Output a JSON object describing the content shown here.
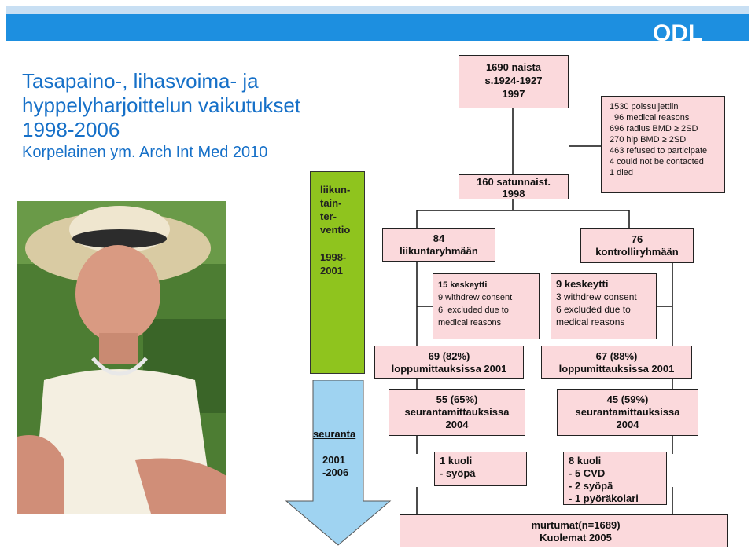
{
  "header": {
    "logo_text": "ODL",
    "title_line1": "Tasapaino-, lihasvoima- ja",
    "title_line2": "hyppelyharjoittelun vaikutukset",
    "title_line3": "1998-2006",
    "subtitle": "Korpelainen ym. Arch Int Med 2010"
  },
  "sidebar": {
    "intervention_l1": "liikun-",
    "intervention_l2": "tain-",
    "intervention_l3": "ter-",
    "intervention_l4": "ventio",
    "intervention_years_l1": "1998-",
    "intervention_years_l2": "2001",
    "followup_label": "seuranta",
    "followup_years_l1": "2001",
    "followup_years_l2": "-2006"
  },
  "flow": {
    "start_l1": "1690 naista",
    "start_l2": "s.1924-1927",
    "start_l3": "1997",
    "excluded_title": "1530 poissuljettiin",
    "excluded_l1": "96 medical reasons",
    "excluded_l2": "696 radius BMD ≥ 2SD",
    "excluded_l3": "270 hip BMD ≥ 2SD",
    "excluded_l4": "463 refused to participate",
    "excluded_l5": "4 could not be contacted",
    "excluded_l6": "1 died",
    "random_l1": "160 satunnaist.",
    "random_l2": "1998",
    "exercise_l1": "84",
    "exercise_l2": "liikuntaryhmään",
    "control_l1": "76",
    "control_l2": "kontrolliryhmään",
    "ex_drop_title": "15 keskeytti",
    "ex_drop_l1": "9 withdrew consent",
    "ex_drop_l2": "6  excluded due to",
    "ex_drop_l3": "medical reasons",
    "ctrl_drop_title": "9 keskeytti",
    "ctrl_drop_l1": "3 withdrew consent",
    "ctrl_drop_l2": "6 excluded due to",
    "ctrl_drop_l3": "medical reasons",
    "ex_final_l1": "69 (82%)",
    "ex_final_l2": "loppumittauksissa 2001",
    "ctrl_final_l1": "67 (88%)",
    "ctrl_final_l2": "loppumittauksissa 2001",
    "ex_follow_l1": "55 (65%)",
    "ex_follow_l2": "seurantamittauksissa",
    "ex_follow_l3": "2004",
    "ctrl_follow_l1": "45 (59%)",
    "ctrl_follow_l2": "seurantamittauksissa",
    "ctrl_follow_l3": "2004",
    "ex_deaths_l1": "1 kuoli",
    "ex_deaths_l2": "- syöpä",
    "ctrl_deaths_l1": "8 kuoli",
    "ctrl_deaths_l2": "- 5 CVD",
    "ctrl_deaths_l3": "- 2 syöpä",
    "ctrl_deaths_l4": "- 1 pyöräkolari",
    "registry_l1": "murtumat(n=1689)",
    "registry_l2": "Kuolemat 2005"
  }
}
